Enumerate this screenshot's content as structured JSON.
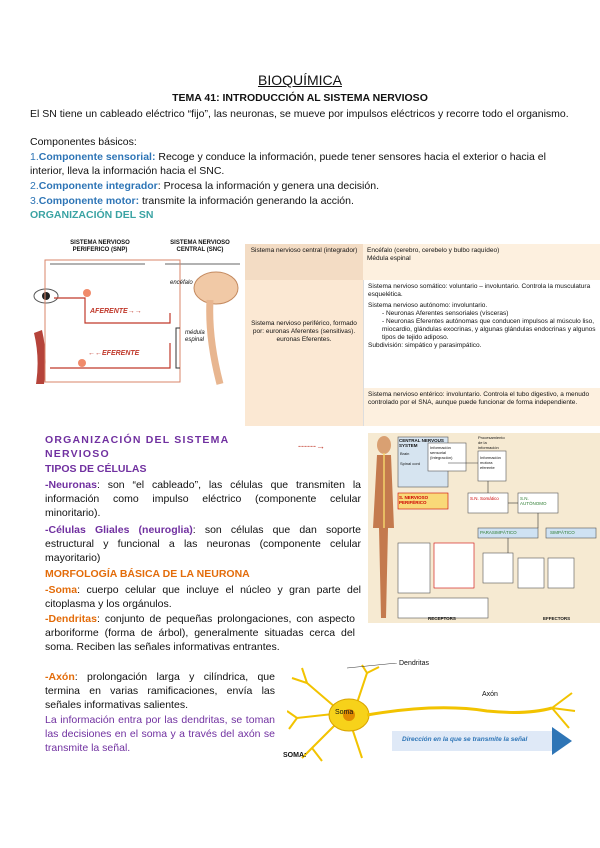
{
  "header": {
    "title": "BIOQUÍMICA",
    "subtitle": "TEMA 41: INTRODUCCIÓN AL SISTEMA NERVIOSO"
  },
  "intro": {
    "line1": "El SN tiene un cableado eléctrico “fijo”, las neuronas, se mueve por impulsos eléctricos y recorre todo el organismo.",
    "components_label": "Componentes básicos:",
    "items": [
      {
        "num": "1.",
        "term": "Componente sensorial:",
        "text": " Recoge y conduce la información, puede tener sensores hacia el exterior o hacia el interior, lleva la información hacia el SNC."
      },
      {
        "num": "2.",
        "term": "Componente integrador",
        "text": ": Procesa la información y genera una decisión."
      },
      {
        "num": "3.",
        "term": "Componente motor:",
        "text": " transmite la información generando la acción."
      }
    ],
    "section_heading": "ORGANIZACIÓN DEL SN"
  },
  "figure1": {
    "snp_label": "SISTEMA NERVIOSO PERIFERICO (SNP)",
    "snc_label": "SISTEMA NERVIOSO CENTRAL (SNC)",
    "aferente": "AFERENTE",
    "eferente": "EFERENTE",
    "encefalo": "encéfalo",
    "medula": "médula espinal"
  },
  "table": {
    "r1c1": "Sistema nervioso central (integrador)",
    "r1c2a": "Encéfalo (cerebro, cerebelo y bulbo raquídeo)",
    "r1c2b": "Médula espinal",
    "r2c1": "Sistema nervioso periférico, formado por: euronas Aferentes (sensitivas). euronas Eferentes.",
    "r2c2a": "Sistema nervioso somático: voluntario – involuntario. Controla la musculatura esquelética.",
    "r2c2b": "Sistema nervioso autónomo: involuntario.",
    "r2c2c": "Neuronas Aferentes sensoriales (vísceras)",
    "r2c2d": "Neuronas Eferentes autónomas que conducen impulsos al músculo liso, miocardio, glándulas exocrinas, y algunas glándulas endocrinas y algunos tipos de tejido adiposo.",
    "r2c2e": "Subdivisión: simpático y parasimpático.",
    "r3c2": "Sistema nervioso entérico: involuntario. Controla el tubo digestivo, a menudo controlado por el SNA, aunque puede funcionar de forma independiente."
  },
  "section2": {
    "heading": "ORGANIZACIÓN DEL SISTEMA NERVIOSO",
    "arrow": "------→",
    "types_heading": "TIPOS DE CÉLULAS",
    "neuronas_term": "-Neuronas",
    "neuronas_text": ": son “el cableado”, las células que transmiten la información como impulso eléctrico (componente celular minoritario).",
    "glia_term": "-Células Gliales (neuroglia)",
    "glia_text": ": son células que dan soporte estructural y funcional a las neuronas (componente celular mayoritario)",
    "morph_heading": "MORFOLOGÍA BÁSICA DE LA NEURONA",
    "soma_term": "-Soma",
    "soma_text": ": cuerpo celular que incluye el núcleo y gran parte del citoplasma y los orgánulos.",
    "dendritas_term": "-Dendritas",
    "dendritas_text": ": conjunto de pequeñas prolongaciones, con aspecto arboriforme (forma de árbol), generalmente situadas cerca del soma. Reciben las señales informativas entrantes.",
    "axon_term": "-Axón",
    "axon_text": ": prolongación larga y cilíndrica, que termina en varias ramificaciones, envía las señales informativas salientes.",
    "summary": "La información entra por las dendritas, se toman las decisiones en el soma y a través del axón se transmite la señal."
  },
  "figure2": {
    "cns": "CENTRAL NERVOUS SYSTEM",
    "brain": "Brain",
    "spinal": "Spinal cord",
    "integration": "Información sensorial (Integración)",
    "processing": "Procesamiento de la información",
    "efferent": "Información motora eferente",
    "pns": "S. NERVIOSO PERIFÉRICO",
    "somatico": "S.N. Somático",
    "autonomo": "S.N. AUTÓNOMO",
    "parasimpatico": "PARASIMPÁTICO",
    "simpatico": "SIMPÁTICO",
    "receptors": "RECEPTORS",
    "effectors": "EFFECTORS"
  },
  "figure3": {
    "dendritas": "Dendritas",
    "axon": "Axón",
    "soma": "Soma",
    "direction": "Dirección en la que se transmite la señal",
    "caption": "SOMA:"
  }
}
